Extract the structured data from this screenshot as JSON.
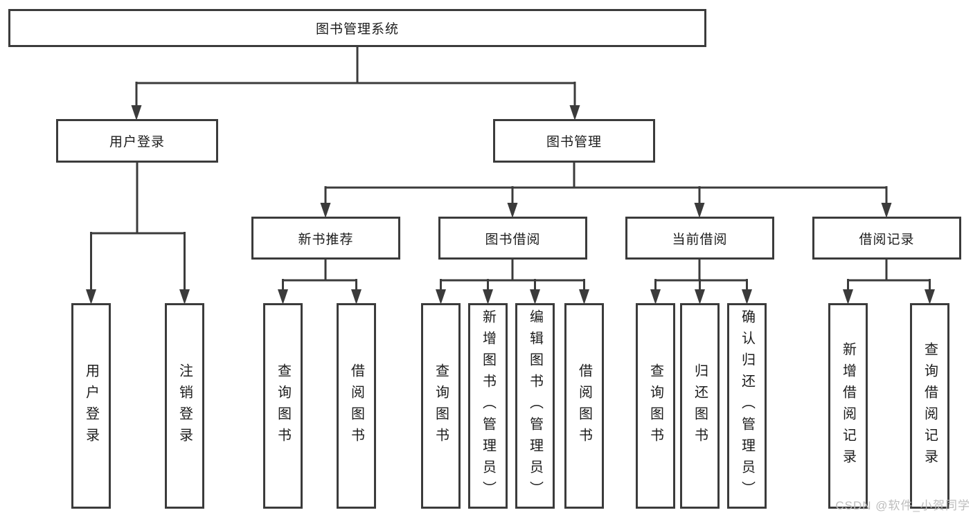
{
  "diagram": {
    "root": {
      "label": "图书管理系统"
    },
    "level2": [
      {
        "id": "user-login",
        "label": "用户登录"
      },
      {
        "id": "book-management",
        "label": "图书管理"
      }
    ],
    "level3": [
      {
        "id": "new-book-recommend",
        "parent": "图书管理",
        "label": "新书推荐"
      },
      {
        "id": "book-borrow",
        "parent": "图书管理",
        "label": "图书借阅"
      },
      {
        "id": "current-borrow",
        "parent": "图书管理",
        "label": "当前借阅"
      },
      {
        "id": "borrow-record",
        "parent": "图书管理",
        "label": "借阅记录"
      }
    ],
    "leaves": [
      {
        "parent": "用户登录",
        "label": "用户登录"
      },
      {
        "parent": "用户登录",
        "label": "注销登录"
      },
      {
        "parent": "新书推荐",
        "label": "查询图书"
      },
      {
        "parent": "新书推荐",
        "label": "借阅图书"
      },
      {
        "parent": "图书借阅",
        "label": "查询图书"
      },
      {
        "parent": "图书借阅",
        "label": "新增图书（管理员）"
      },
      {
        "parent": "图书借阅",
        "label": "编辑图书（管理员）"
      },
      {
        "parent": "图书借阅",
        "label": "借阅图书"
      },
      {
        "parent": "当前借阅",
        "label": "查询图书"
      },
      {
        "parent": "当前借阅",
        "label": "归还图书"
      },
      {
        "parent": "当前借阅",
        "label": "确认归还（管理员）"
      },
      {
        "parent": "借阅记录",
        "label": "新增借阅记录"
      },
      {
        "parent": "借阅记录",
        "label": "查询借阅记录"
      }
    ],
    "watermark": "CSDN @软件_小贺同学",
    "colors": {
      "line": "#3b3b3b",
      "text": "#1c1c1c",
      "watermark": "#bdbdbd",
      "background": "#ffffff"
    }
  }
}
